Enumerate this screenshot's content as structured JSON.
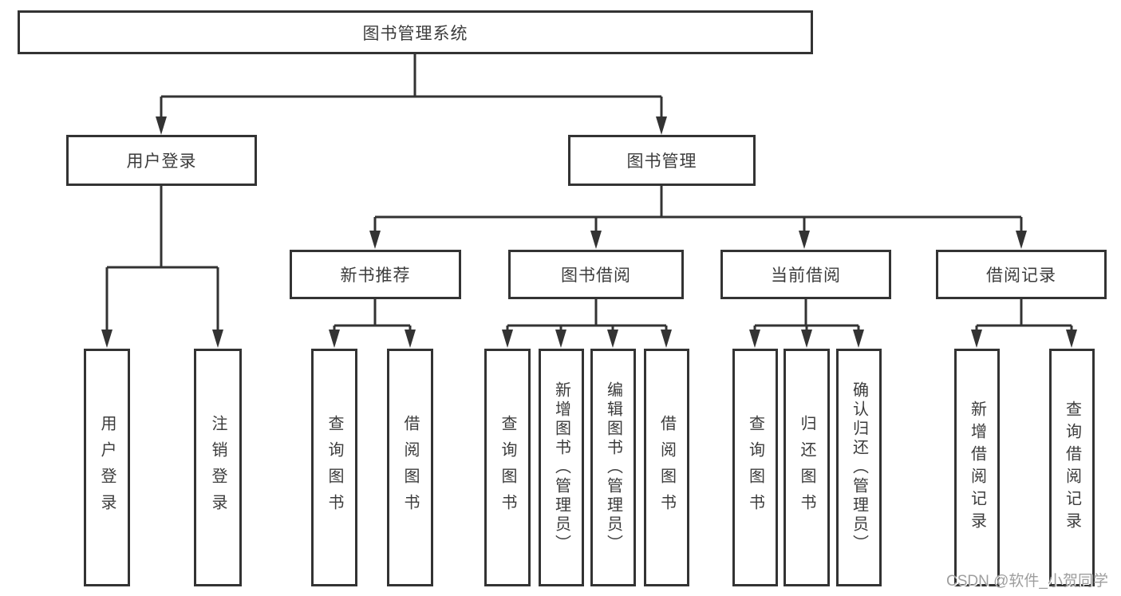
{
  "nodes": {
    "root": "图书管理系统",
    "user_login": "用户登录",
    "book_mgmt": "图书管理",
    "new_book_rec": "新书推荐",
    "book_borrow": "图书借阅",
    "current_borrow": "当前借阅",
    "borrow_record": "借阅记录",
    "leaves": {
      "user_login_action": "用户登录",
      "logout_action": "注销登录",
      "rec_query_books": "查询图书",
      "rec_borrow_books": "借阅图书",
      "bb_query_books": "查询图书",
      "bb_add_books_admin": "新增图书（管理员）",
      "bb_edit_books_admin": "编辑图书（管理员）",
      "bb_borrow_books": "借阅图书",
      "cb_query_books": "查询图书",
      "cb_return_books": "归还图书",
      "cb_confirm_return_admin": "确认归还（管理员）",
      "br_add_record": "新增借阅记录",
      "br_query_record": "查询借阅记录"
    }
  },
  "hierarchy": {
    "图书管理系统": {
      "用户登录": [
        "用户登录",
        "注销登录"
      ],
      "图书管理": {
        "新书推荐": [
          "查询图书",
          "借阅图书"
        ],
        "图书借阅": [
          "查询图书",
          "新增图书（管理员）",
          "编辑图书（管理员）",
          "借阅图书"
        ],
        "当前借阅": [
          "查询图书",
          "归还图书",
          "确认归还（管理员）"
        ],
        "借阅记录": [
          "新增借阅记录",
          "查询借阅记录"
        ]
      }
    }
  },
  "watermark": "CSDN @软件_小贺同学",
  "colors": {
    "line": "#333333",
    "text": "#3c3c3c",
    "background": "#ffffff",
    "watermark": "#9e9e9e"
  }
}
